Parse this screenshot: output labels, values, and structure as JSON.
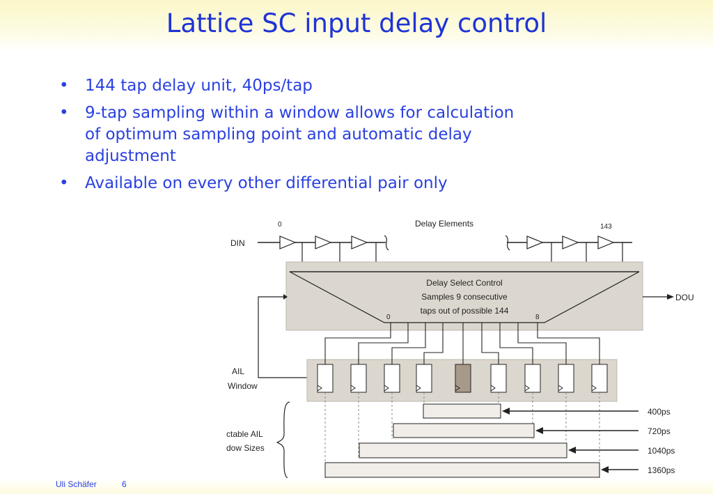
{
  "slide": {
    "title": "Lattice SC input delay control",
    "bullets": [
      "144 tap delay unit, 40ps/tap",
      "9-tap sampling within a window allows for calculation of optimum sampling point and automatic delay adjustment",
      "Available on every other differential pair only"
    ],
    "footer": {
      "author": "Uli Schäfer",
      "page": "6"
    }
  },
  "diagram": {
    "input_label": "DIN",
    "output_label": "DOU",
    "delay_elements_label": "Delay Elements",
    "first_tap": "0",
    "last_tap": "143",
    "control_title": "Delay Select Control",
    "control_line2": "Samples 9 consecutive",
    "control_line3": "taps out of possible 144",
    "sample_first": "0",
    "sample_last": "8",
    "ail_label_1": "AIL",
    "ail_label_2": "Window",
    "sizes_label_1": "ctable AIL",
    "sizes_label_2": "dow Sizes",
    "window_sizes": [
      "400ps",
      "720ps",
      "1040ps",
      "1360ps"
    ],
    "colors": {
      "box_fill": "#dcd7ce",
      "highlight_fill": "#a89a89",
      "bar_fill": "#f1ede8"
    }
  }
}
